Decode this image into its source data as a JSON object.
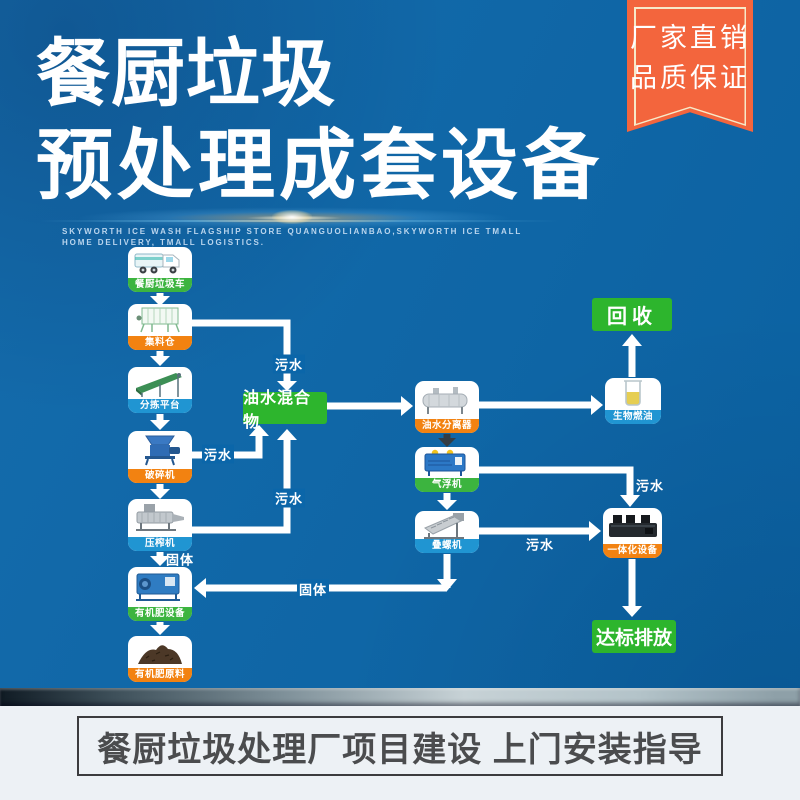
{
  "ribbon": {
    "line1": "厂家直销",
    "line2": "品质保证"
  },
  "title": {
    "line1": "餐厨垃圾",
    "line2": "预处理成套设备"
  },
  "subtitle": {
    "line1": "SKYWORTH ICE WASH FLAGSHIP STORE QUANGUOLIANBAO,SKYWORTH ICE TMALL",
    "line2": "HOME DELIVERY, TMALL LOGISTICS."
  },
  "colors": {
    "background_blue": "#0b66a9",
    "label_green": "#3cb43f",
    "label_orange": "#f28211",
    "label_blue": "#2095d2",
    "terminal_green": "#2db52d",
    "ribbon_orange": "#f3653d"
  },
  "flowchart": {
    "nodes": [
      {
        "id": "garbage-truck",
        "label": "餐厨垃圾车",
        "color": "#3cb43f"
      },
      {
        "id": "collection-hopper",
        "label": "集料仓",
        "color": "#f28211"
      },
      {
        "id": "sorting-platform",
        "label": "分拣平台",
        "color": "#2095d2"
      },
      {
        "id": "crusher",
        "label": "破碎机",
        "color": "#f28211"
      },
      {
        "id": "press",
        "label": "压榨机",
        "color": "#2095d2"
      },
      {
        "id": "fertilizer-machine",
        "label": "有机肥设备",
        "color": "#3cb43f"
      },
      {
        "id": "compost-material",
        "label": "有机肥原料",
        "color": "#f28211"
      },
      {
        "id": "oil-water-separator",
        "label": "油水分离器",
        "color": "#f28211"
      },
      {
        "id": "air-flotation",
        "label": "气浮机",
        "color": "#3cb43f"
      },
      {
        "id": "screw-stacker",
        "label": "叠螺机",
        "color": "#2095d2"
      },
      {
        "id": "biofuel",
        "label": "生物燃油",
        "color": "#2095d2"
      },
      {
        "id": "integrated-unit",
        "label": "一体化设备",
        "color": "#f28211"
      }
    ],
    "terminals": {
      "mixture": "油水混合物",
      "recycle": "回收",
      "discharge": "达标排放"
    },
    "edge_labels": {
      "sewage": "污水",
      "solid": "固体"
    }
  },
  "footer": {
    "text": "餐厨垃圾处理厂项目建设 上门安装指导"
  }
}
